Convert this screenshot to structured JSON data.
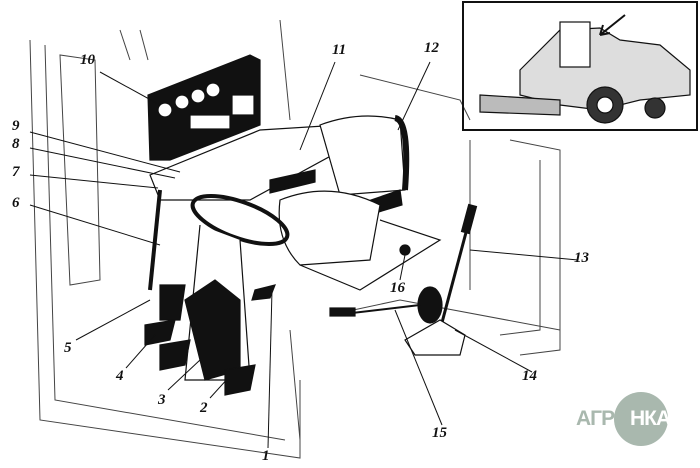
{
  "figure": {
    "callouts": [
      "1",
      "2",
      "3",
      "4",
      "5",
      "6",
      "7",
      "8",
      "9",
      "10",
      "11",
      "12",
      "13",
      "14",
      "15",
      "16"
    ]
  },
  "logo": {
    "part1": "АГРО",
    "part2": "НКА"
  }
}
